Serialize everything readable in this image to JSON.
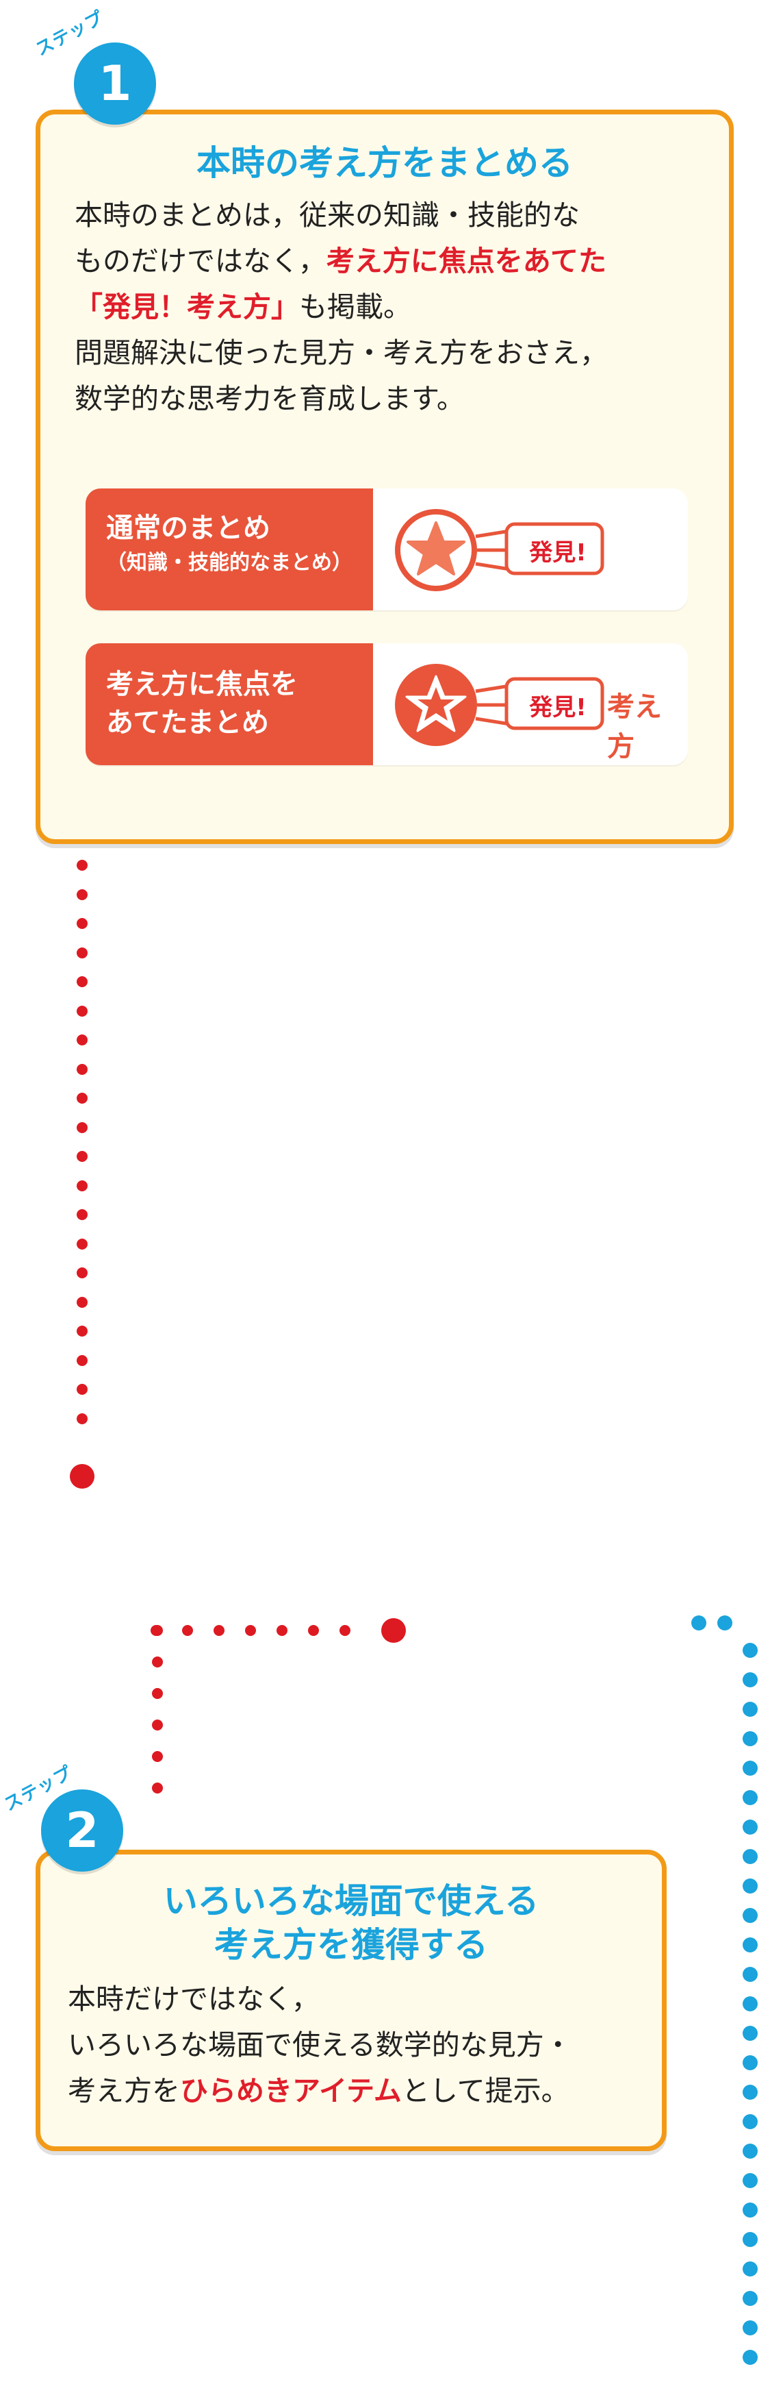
{
  "step1": {
    "tag": "ステップ",
    "number": "1",
    "title": "本時の考え方をまとめる",
    "line1": "本時のまとめは，従来の知識・技能的な",
    "line2_prefix": "ものだけではなく，",
    "line2_highlight": "考え方に焦点をあてた",
    "line3_highlight": "「発見！考え方」",
    "line3_suffix": "も掲載。",
    "line4": "問題解決に使った見方・考え方をおさえ，",
    "line5": "数学的な思考力を育成します。",
    "row1": {
      "main": "通常のまとめ",
      "sub": "（知識・技能的なまとめ）",
      "stamp": "発見!"
    },
    "row2": {
      "main_line1": "考え方に焦点を",
      "main_line2": "あてたまとめ",
      "stamp": "発見!",
      "stamp_suffix": "考え方"
    }
  },
  "step2": {
    "tag": "ステップ",
    "number": "2",
    "title_line1": "いろいろな場面で使える",
    "title_line2": "考え方を獲得する",
    "line1": "本時だけではなく，",
    "line2": "いろいろな場面で使える数学的な見方・",
    "line3_prefix": "考え方を",
    "line3_highlight": "ひらめきアイテム",
    "line3_suffix": "として提示。"
  },
  "colors": {
    "accent_blue": "#1aa3dc",
    "accent_orange": "#f29a17",
    "accent_red": "#e01e2b",
    "summary_red": "#e8553a",
    "card_bg": "#fffbea"
  }
}
